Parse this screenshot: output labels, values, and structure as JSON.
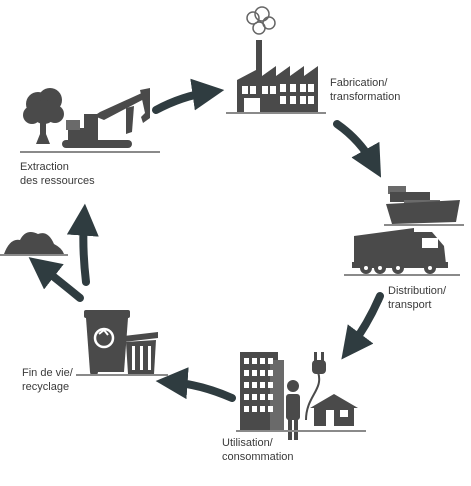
{
  "stages": [
    {
      "id": "extraction",
      "label_lines": [
        "Extraction",
        "des ressources"
      ]
    },
    {
      "id": "fabrication",
      "label_lines": [
        "Fabrication/",
        "transformation"
      ]
    },
    {
      "id": "distribution",
      "label_lines": [
        "Distribution/",
        "transport"
      ]
    },
    {
      "id": "utilisation",
      "label_lines": [
        "Utilisation/",
        "consommation"
      ]
    },
    {
      "id": "fin-de-vie",
      "label_lines": [
        "Fin de vie/",
        "recyclage"
      ]
    }
  ],
  "colors": {
    "icon": "#4a4a4a",
    "icon_light": "#8a8a8a",
    "arrow": "#2f3c40",
    "text": "#3a3a3a"
  }
}
